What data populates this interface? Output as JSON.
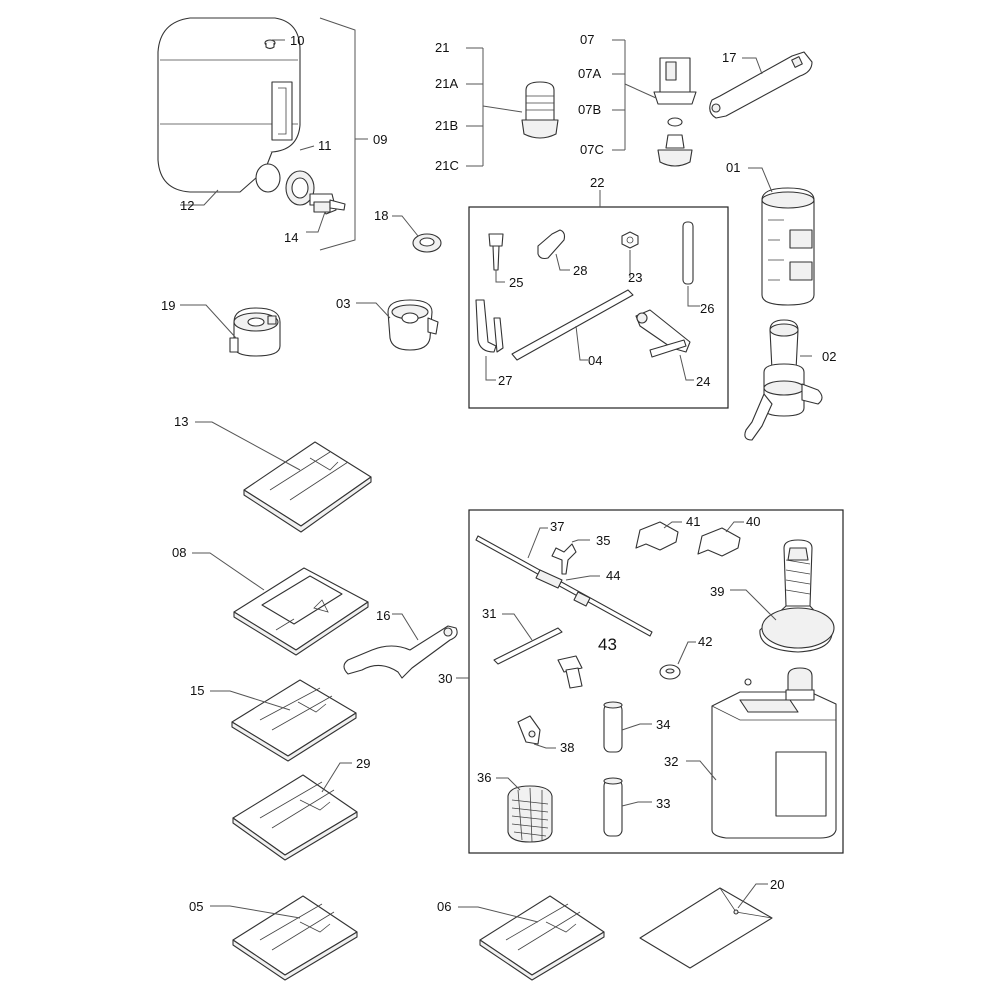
{
  "labels": {
    "p10": "10",
    "p11": "11",
    "p09": "09",
    "p12": "12",
    "p14": "14",
    "p21": "21",
    "p21a": "21A",
    "p21b": "21B",
    "p21c": "21C",
    "p07": "07",
    "p07a": "07A",
    "p07b": "07B",
    "p07c": "07C",
    "p17": "17",
    "p01": "01",
    "p18": "18",
    "p22": "22",
    "p25": "25",
    "p28": "28",
    "p23": "23",
    "p26": "26",
    "p27": "27",
    "p04": "04",
    "p24": "24",
    "p19": "19",
    "p03": "03",
    "p02": "02",
    "p13": "13",
    "p08": "08",
    "p16": "16",
    "p15": "15",
    "p29": "29",
    "p05": "05",
    "p06": "06",
    "p20": "20",
    "p37": "37",
    "p35": "35",
    "p41": "41",
    "p40": "40",
    "p44": "44",
    "p39": "39",
    "p31": "31",
    "p43": "43",
    "p42": "42",
    "p30": "30",
    "p34": "34",
    "p38": "38",
    "p32": "32",
    "p36": "36",
    "p33": "33"
  }
}
